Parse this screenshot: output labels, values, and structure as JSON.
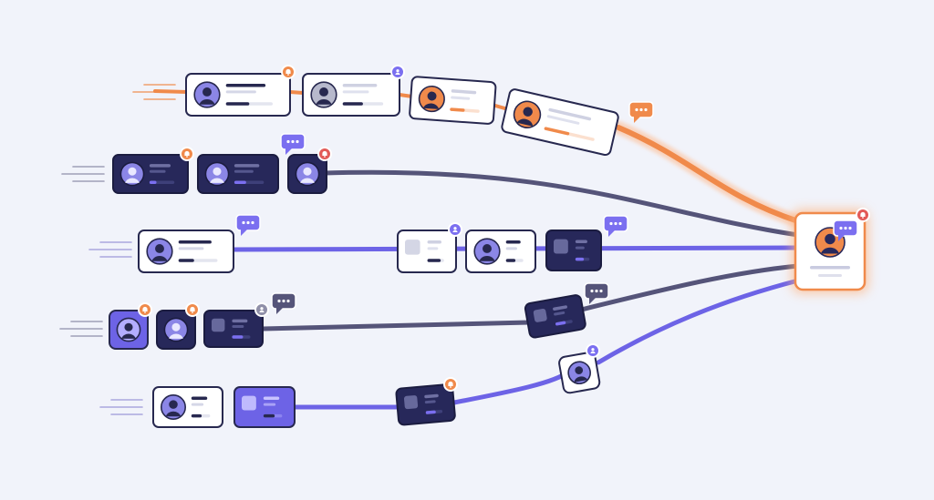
{
  "colors": {
    "background": "#f1f3fa",
    "navy": "#28295c",
    "slate": "#555479",
    "violet": "#6d63e6",
    "orange": "#f08a4b",
    "light_card": "#ffffff",
    "gray_line": "#d3d5e6",
    "badge_red": "#e25a57",
    "badge_orange": "#f08a4b",
    "badge_violet": "#7b6ff0",
    "badge_gray": "#8f8fa8"
  },
  "flows": [
    {
      "name": "orange-flow",
      "color": "orange"
    },
    {
      "name": "navy-flow",
      "color": "slate"
    },
    {
      "name": "violet-flow",
      "color": "violet"
    },
    {
      "name": "slate-flow",
      "color": "slate"
    },
    {
      "name": "lower-violet-flow",
      "color": "violet"
    }
  ],
  "destination": {
    "name": "destination-card",
    "highlight": "orange",
    "badge": "notification-icon",
    "bubble": "chat-bubble-icon"
  },
  "icons": [
    "user-avatar-icon",
    "notification-icon",
    "chat-bubble-icon",
    "image-placeholder-icon",
    "speed-lines-icon"
  ]
}
